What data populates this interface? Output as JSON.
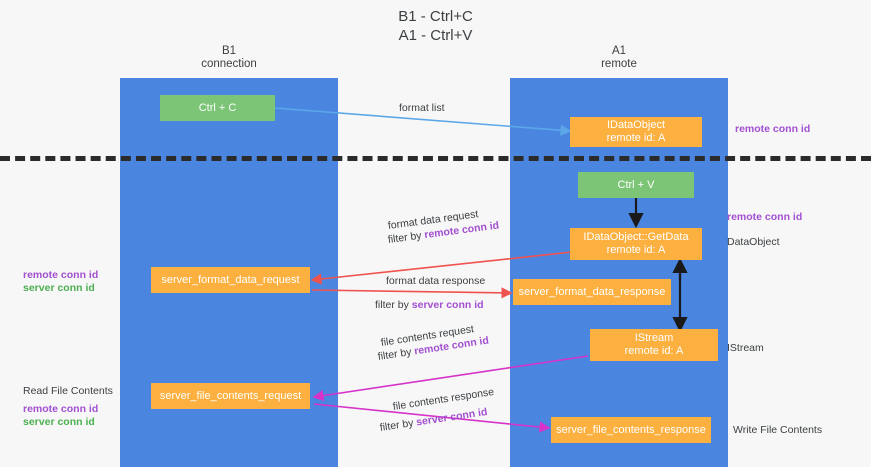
{
  "title": "B1 - Ctrl+C\nA1 - Ctrl+V",
  "lanes": [
    {
      "id": "b1",
      "header": "B1\nconnection"
    },
    {
      "id": "a1",
      "header": "A1\nremote"
    }
  ],
  "nodes": [
    {
      "id": "ctrl-c",
      "label": "Ctrl + C",
      "color": "green"
    },
    {
      "id": "idataobject",
      "label": "IDataObject\nremote id: A",
      "color": "orange"
    },
    {
      "id": "ctrl-v",
      "label": "Ctrl + V",
      "color": "green"
    },
    {
      "id": "idataobject-getdata",
      "label": "IDataObject::GetData\nremote id: A",
      "color": "orange"
    },
    {
      "id": "server-format-data-request",
      "label": "server_format_data_request",
      "color": "orange"
    },
    {
      "id": "server-format-data-response",
      "label": "server_format_data_response",
      "color": "orange"
    },
    {
      "id": "istream",
      "label": "IStream\nremote id: A",
      "color": "orange"
    },
    {
      "id": "server-file-contents-request",
      "label": "server_file_contents_request",
      "color": "orange"
    },
    {
      "id": "server-file-contents-response",
      "label": "server_file_contents_response",
      "color": "orange"
    }
  ],
  "edge_labels": {
    "format_list": "format list",
    "format_data_request": "format data request",
    "format_data_request_filter_prefix": "filter by ",
    "format_data_request_filter_key": "remote conn id",
    "format_data_response": "format data response",
    "format_data_response_filter_prefix": "filter by ",
    "format_data_response_filter_key": "server conn id",
    "file_contents_request": "file contents request",
    "file_contents_request_filter_prefix": "filter by ",
    "file_contents_request_filter_key": "remote conn id",
    "file_contents_response": "file contents response",
    "file_contents_response_filter_prefix": "filter by ",
    "file_contents_response_filter_key": "server conn id"
  },
  "side_labels": {
    "right_remote_conn_id_top": "remote conn id",
    "right_remote_conn_id_mid": "remote conn id",
    "right_dataobject": "DataObject",
    "right_istream": "IStream",
    "right_write_file_contents": "Write File Contents",
    "left_remote_conn_id_mid": "remote conn id",
    "left_server_conn_id_mid": "server conn id",
    "left_read_file_contents": "Read File Contents",
    "left_remote_conn_id_bottom": "remote conn id",
    "left_server_conn_id_bottom": "server conn id"
  },
  "colors": {
    "lane": "#4a86e0",
    "node_green": "#7cc576",
    "node_orange": "#fbb040",
    "purple": "#a24fd0",
    "green_text": "#4caf50",
    "arrow_blue": "#5ba7e8",
    "arrow_black": "#1a1a1a",
    "arrow_red": "#ef5350",
    "arrow_magenta": "#d633c9",
    "divider": "#2b2b2b",
    "background": "#f7f7f7"
  }
}
